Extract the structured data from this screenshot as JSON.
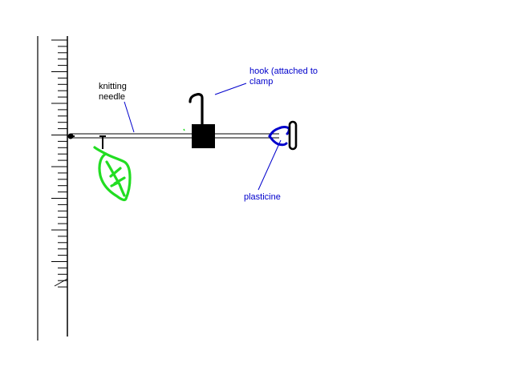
{
  "labels": {
    "knitting_needle": "knitting\nneedle",
    "hook": "hook (attached to\nclamp",
    "plasticine": "plasticine"
  },
  "colors": {
    "ink": "#000000",
    "leaf": "#22dd22",
    "plasticine": "#0000cc",
    "background": "#ffffff"
  }
}
